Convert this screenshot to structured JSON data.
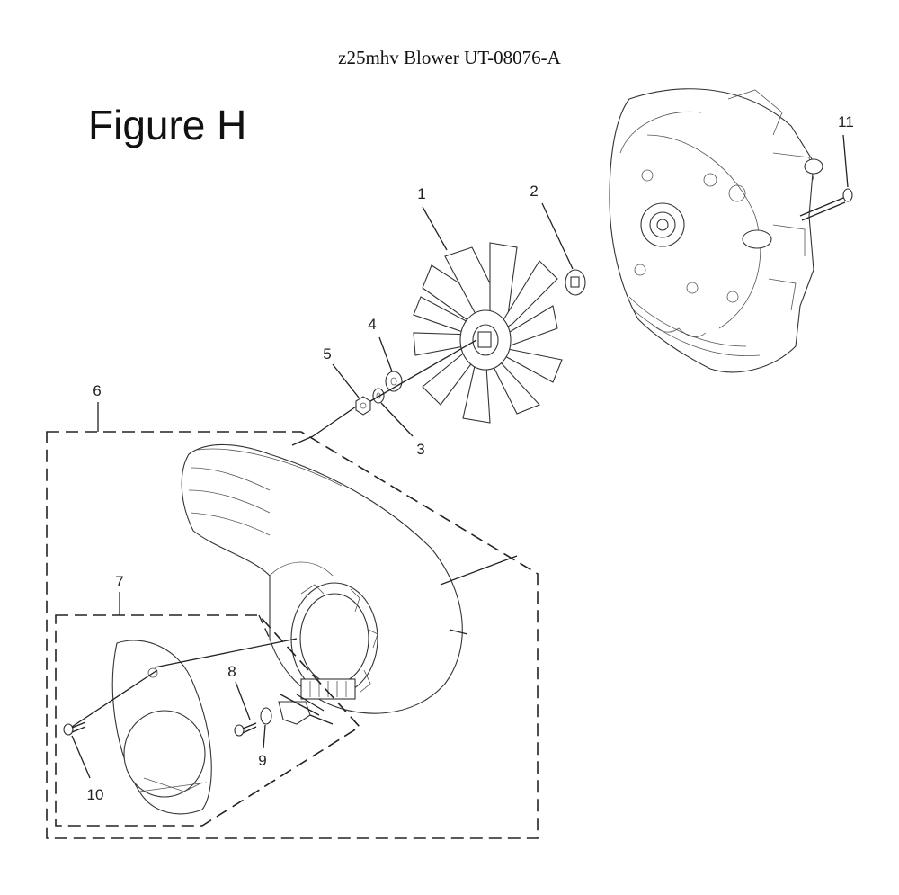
{
  "header": {
    "title": "z25mhv Blower UT-08076-A",
    "figure_label": "Figure H"
  },
  "callouts": [
    {
      "id": "1",
      "label": "1"
    },
    {
      "id": "2",
      "label": "2"
    },
    {
      "id": "3",
      "label": "3"
    },
    {
      "id": "4",
      "label": "4"
    },
    {
      "id": "5",
      "label": "5"
    },
    {
      "id": "6",
      "label": "6"
    },
    {
      "id": "7",
      "label": "7"
    },
    {
      "id": "8",
      "label": "8"
    },
    {
      "id": "9",
      "label": "9"
    },
    {
      "id": "10",
      "label": "10"
    },
    {
      "id": "11",
      "label": "11"
    }
  ]
}
